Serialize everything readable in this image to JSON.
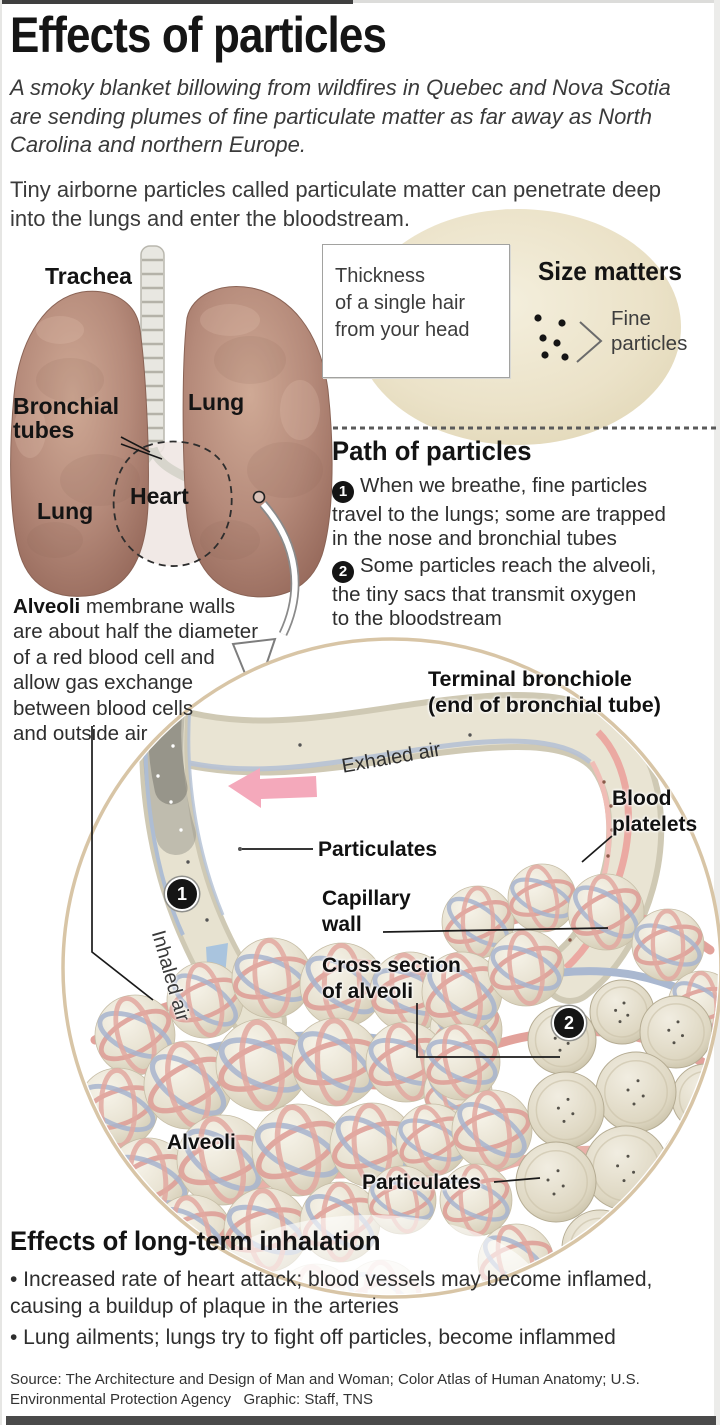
{
  "title": "Effects of particles",
  "intro": {
    "lede": "A smoky blanket billowing from wildfires in Quebec and Nova Scotia\nare sending plumes of fine particulate matter as far away as North\nCarolina and northern Europe.",
    "body": "Tiny airborne particles called particulate matter can penetrate deep\ninto the lungs and enter the bloodstream."
  },
  "lung_diagram": {
    "labels": {
      "trachea": "Trachea",
      "bronchial_tubes": "Bronchial\ntubes",
      "lung_right": "Lung",
      "lung_left": "Lung",
      "heart": "Heart"
    }
  },
  "size_matters": {
    "heading": "Size matters",
    "hair_note": "Thickness\nof a single hair\nfrom your head",
    "fine_particles": "Fine\nparticles"
  },
  "path_of_particles": {
    "heading": "Path of particles",
    "steps": [
      {
        "num": "1",
        "text": "When we breathe, fine particles\ntravel to the lungs; some are trapped\nin the nose and bronchial tubes"
      },
      {
        "num": "2",
        "text": "Some particles reach the alveoli,\nthe tiny sacs that transmit oxygen\nto the bloodstream"
      }
    ]
  },
  "alveoli_note": {
    "lead": "Alveoli",
    "text": " membrane walls\nare about half the diameter\nof a red blood cell and\nallow gas exchange\nbetween blood cells\nand outside air"
  },
  "alveoli_diagram": {
    "labels": {
      "terminal_bronchiole": "Terminal bronchiole\n(end of bronchial tube)",
      "blood_platelets": "Blood\nplatelets",
      "exhaled_air": "Exhaled air",
      "inhaled_air": "Inhaled air",
      "particulates_top": "Particulates",
      "capillary_wall": "Capillary\nwall",
      "cross_section": "Cross section\nof alveoli",
      "alveoli": "Alveoli",
      "particulates_bottom": "Particulates",
      "badge_1": "1",
      "badge_2": "2"
    }
  },
  "effects": {
    "heading": "Effects of long-term inhalation",
    "bullets": [
      "• Increased rate of heart attack; blood vessels may become inflamed,\ncausing a buildup of plaque in the arteries",
      "• Lung ailments; lungs try to fight off particles, become inflammed"
    ]
  },
  "source": "Source: The Architecture and Design of Man and Woman; Color Atlas of Human Anatomy; U.S.\nEnvironmental Protection Agency   Graphic: Staff, TNS",
  "colors": {
    "lung": "#b58a7a",
    "hair_circle": "#eae1c4",
    "tube_beige": "#e9e4d3",
    "capillary_pink": "#dd9b94",
    "capillary_blue": "#a7b4ce",
    "badge_bg": "#151515",
    "circle_ring": "#d8c5a6"
  }
}
